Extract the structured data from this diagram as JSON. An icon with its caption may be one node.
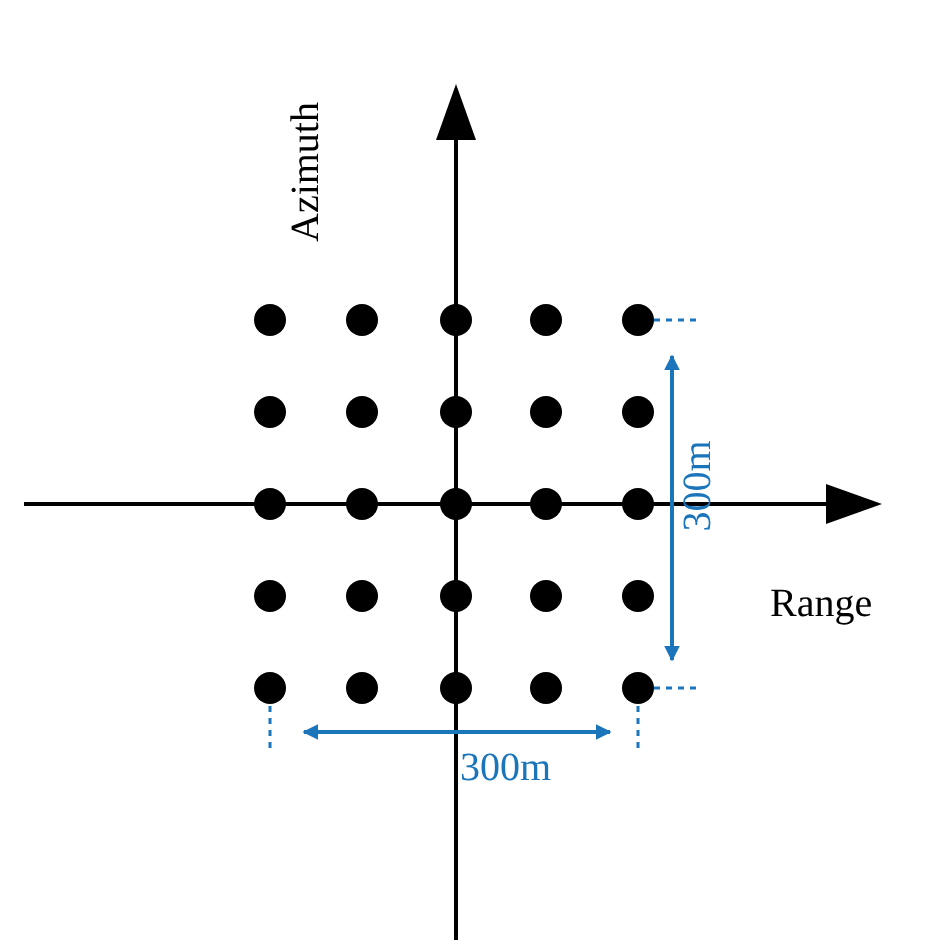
{
  "diagram": {
    "labels": [
      "Azimuth",
      "300m",
      "Range",
      "300m"
    ]
  }
}
